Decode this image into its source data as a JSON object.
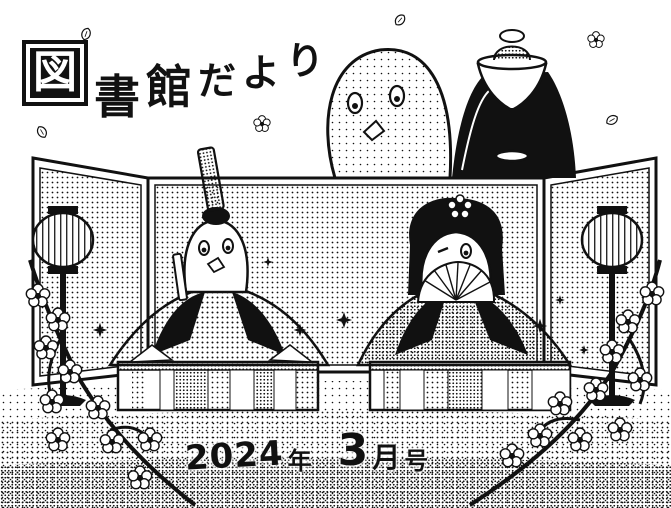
{
  "title": {
    "char_boxed": "図",
    "char_2": "書",
    "char_3": "館",
    "char_4": "だ",
    "char_5": "よ",
    "char_6": "り"
  },
  "issue": {
    "year": "2024",
    "year_suffix": "年",
    "month": "3",
    "month_suffix": "月",
    "issue_suffix": "号"
  },
  "colors": {
    "ink": "#111111",
    "paper": "#ffffff",
    "screen_tone": "#cfcfcf"
  },
  "icons": [
    "lantern-icon",
    "peach-blossom-icon",
    "sparkle-icon"
  ]
}
